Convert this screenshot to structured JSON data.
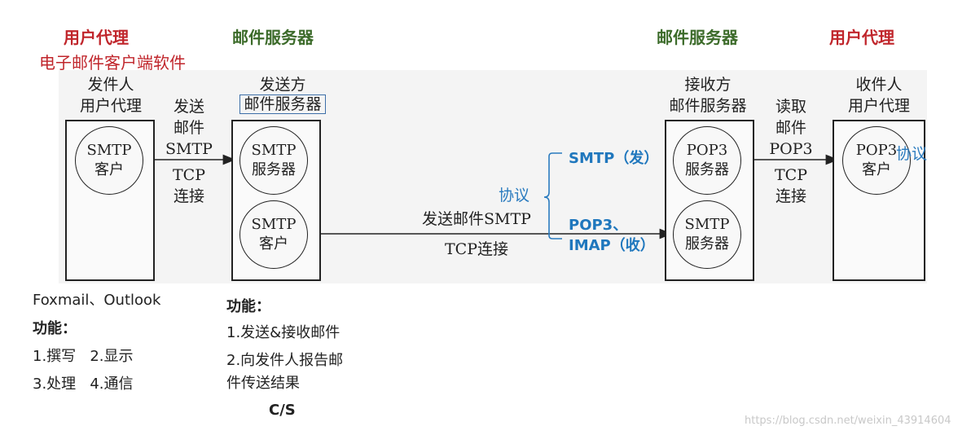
{
  "left_header": {
    "title": "用户代理",
    "subtitle": "电子邮件客户端软件"
  },
  "sender_server_header": "邮件服务器",
  "receiver_server_header": "邮件服务器",
  "right_header": "用户代理",
  "sender_agent": {
    "label_line1": "发件人",
    "label_line2": "用户代理",
    "circle_line1": "SMTP",
    "circle_line2": "客户"
  },
  "send_link": {
    "line1": "发送",
    "line2": "邮件",
    "line3": "SMTP",
    "line4": "TCP",
    "line5": "连接"
  },
  "sender_server": {
    "label_line1": "发送方",
    "label_line2": "邮件服务器",
    "top_circle_line1": "SMTP",
    "top_circle_line2": "服务器",
    "bottom_circle_line1": "SMTP",
    "bottom_circle_line2": "客户"
  },
  "middle_link": {
    "above": "发送邮件SMTP",
    "below": "TCP连接"
  },
  "protocol": {
    "label": "协议",
    "upper": "SMTP（发）",
    "lower_line1": "POP3、",
    "lower_line2": "IMAP（收）"
  },
  "receiver_server": {
    "label_line1": "接收方",
    "label_line2": "邮件服务器",
    "top_circle_line1": "POP3",
    "top_circle_line2": "服务器",
    "bottom_circle_line1": "SMTP",
    "bottom_circle_line2": "服务器"
  },
  "read_link": {
    "line1": "读取",
    "line2": "邮件",
    "line3": "POP3",
    "line4": "TCP",
    "line5": "连接"
  },
  "receiver_agent": {
    "label_line1": "收件人",
    "label_line2": "用户代理",
    "circle_line1": "POP3",
    "circle_line2": "客户",
    "protocol_note": "协议"
  },
  "client_notes": {
    "apps": "Foxmail、Outlook",
    "func_title": "功能：",
    "func_line1": "1.撰写   2.显示",
    "func_line2": "3.处理   4.通信"
  },
  "server_notes": {
    "func_title": "功能：",
    "func_line1": "1.发送&接收邮件",
    "func_line2": "2.向发件人报告邮",
    "func_line3": "件传送结果",
    "model": "C/S"
  },
  "watermark": "https://blog.csdn.net/weixin_43914604"
}
